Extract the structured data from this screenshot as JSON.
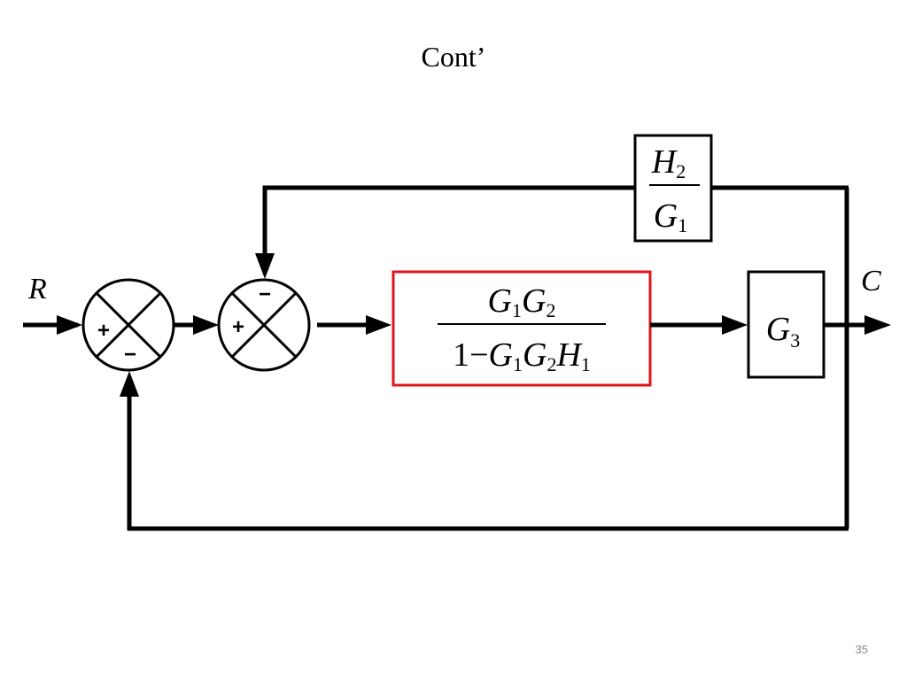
{
  "slide": {
    "title": "Cont’",
    "page_number": "35"
  },
  "colors": {
    "line": "#000000",
    "highlight": "#e0161c"
  },
  "signals": {
    "input": "R",
    "output": "C"
  },
  "summing_junction_1": {
    "left_sign": "+",
    "bottom_sign": "−"
  },
  "summing_junction_2": {
    "left_sign": "+",
    "top_sign": "−"
  },
  "block_forward": {
    "num_G": "G",
    "num_sub1": "1",
    "num_G2": "G",
    "num_sub2": "2",
    "den_one": "1",
    "den_minus": "−",
    "den_G": "G",
    "den_sub1": "1",
    "den_G2": "G",
    "den_sub2": "2",
    "den_H": "H",
    "den_subH": "1"
  },
  "block_g3": {
    "symbol": "G",
    "sub": "3"
  },
  "block_feedback": {
    "num_symbol": "H",
    "num_sub": "2",
    "den_symbol": "G",
    "den_sub": "1"
  }
}
